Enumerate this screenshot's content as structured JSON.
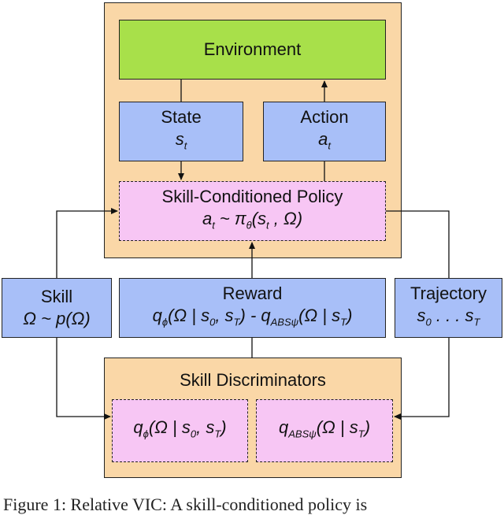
{
  "environment": {
    "label": "Environment"
  },
  "state": {
    "label": "State",
    "symbol": "s",
    "sub": "t"
  },
  "action": {
    "label": "Action",
    "symbol": "a",
    "sub": "t"
  },
  "policy": {
    "label": "Skill-Conditioned Policy",
    "expr": {
      "a": "a",
      "a_sub": "t",
      "tilde": " ~ π",
      "pi_sub": "θ",
      "open": "(s",
      "s_sub": "t",
      "rest": " , Ω)"
    }
  },
  "skill": {
    "label": "Skill",
    "expr": "Ω ~ p(Ω)"
  },
  "reward": {
    "label": "Reward",
    "expr": {
      "q1": "q",
      "q1_sub": "ϕ",
      "mid1": "(Ω | s",
      "s0": "0",
      "mid2": ", s",
      "sT": "T",
      "mid3": ") - q",
      "q2_sub": "ABSψ",
      "mid4": "(Ω | s",
      "sT2": "T",
      "end": ")"
    }
  },
  "trajectory": {
    "label": "Trajectory",
    "expr": {
      "s": "s",
      "s0": "0",
      "dots": " . . . s",
      "sT": "T"
    }
  },
  "discriminators": {
    "label": "Skill Discriminators",
    "left": {
      "q": "q",
      "q_sub": "ϕ",
      "mid": "(Ω | s",
      "s0": "0",
      "mid2": ", s",
      "sT": "T",
      "end": ")"
    },
    "right": {
      "q": "q",
      "q_sub": "ABSψ",
      "mid": "(Ω | s",
      "sT": "T",
      "end": ")"
    }
  },
  "caption": "Figure 1: Relative VIC: A skill-conditioned policy is"
}
